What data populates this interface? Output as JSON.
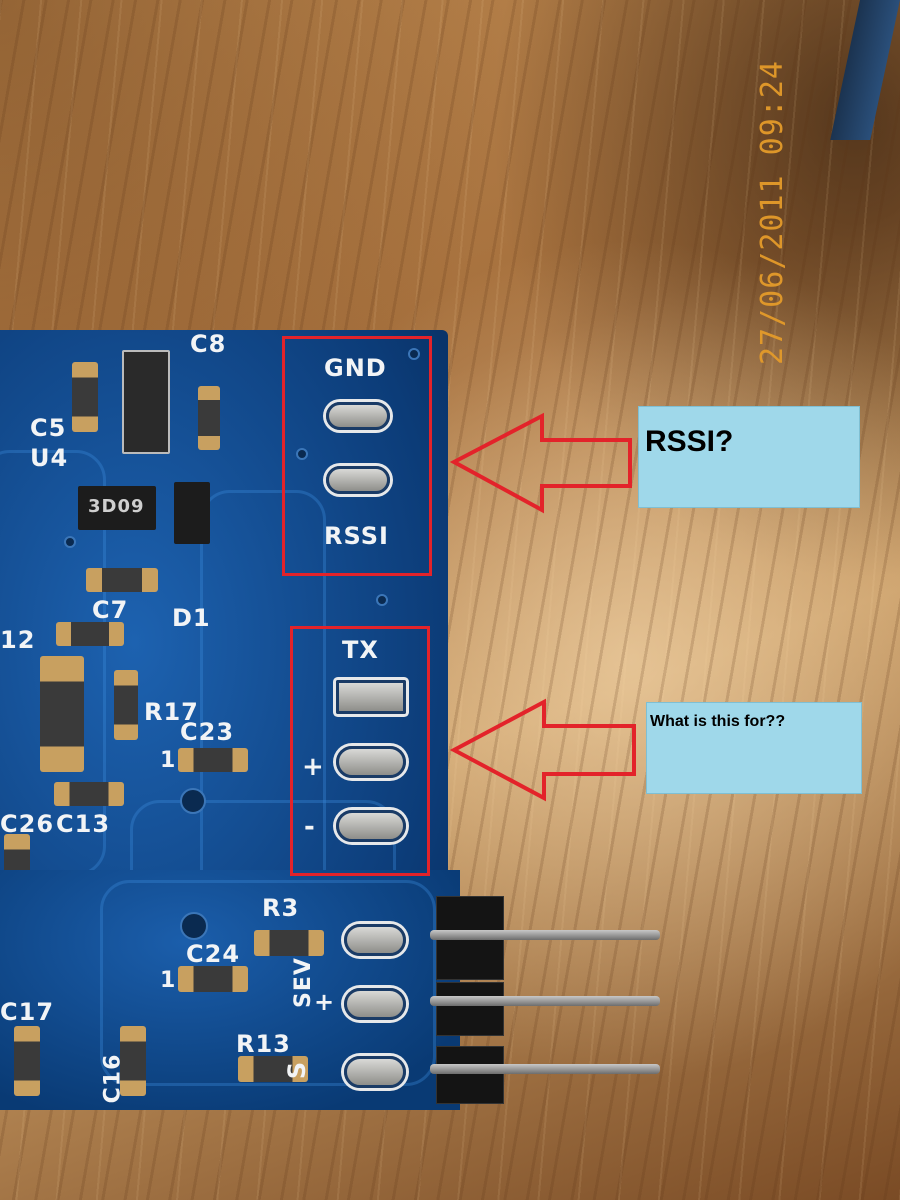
{
  "photo": {
    "timestamp": "27/06/2011 09:24"
  },
  "pcb_silkscreen": {
    "c8": "C8",
    "c5": "C5",
    "u4": "U4",
    "chip": "3D09",
    "c7": "C7",
    "d1": "D1",
    "r12": "12",
    "r17": "R17",
    "c23": "C23",
    "c26": "C26",
    "c13": "C13",
    "r3": "R3",
    "c24": "C24",
    "c17": "C17",
    "c16": "C16",
    "r13": "R13",
    "sev": "SEV",
    "plus": "+",
    "s": "S",
    "one_a": "1",
    "one_b": "1"
  },
  "rssi_box": {
    "gnd_label": "GND",
    "rssi_label": "RSSI"
  },
  "tx_box": {
    "tx_label": "TX",
    "plus_label": "+",
    "minus_label": "-"
  },
  "callouts": {
    "rssi_question": "RSSI?",
    "what_for": "What is this for??"
  },
  "colors": {
    "annotation_red": "#e3232a",
    "callout_fill": "#9fd8ea",
    "pcb_blue": "#0c3c78",
    "timestamp_orange": "#e49b2a"
  }
}
